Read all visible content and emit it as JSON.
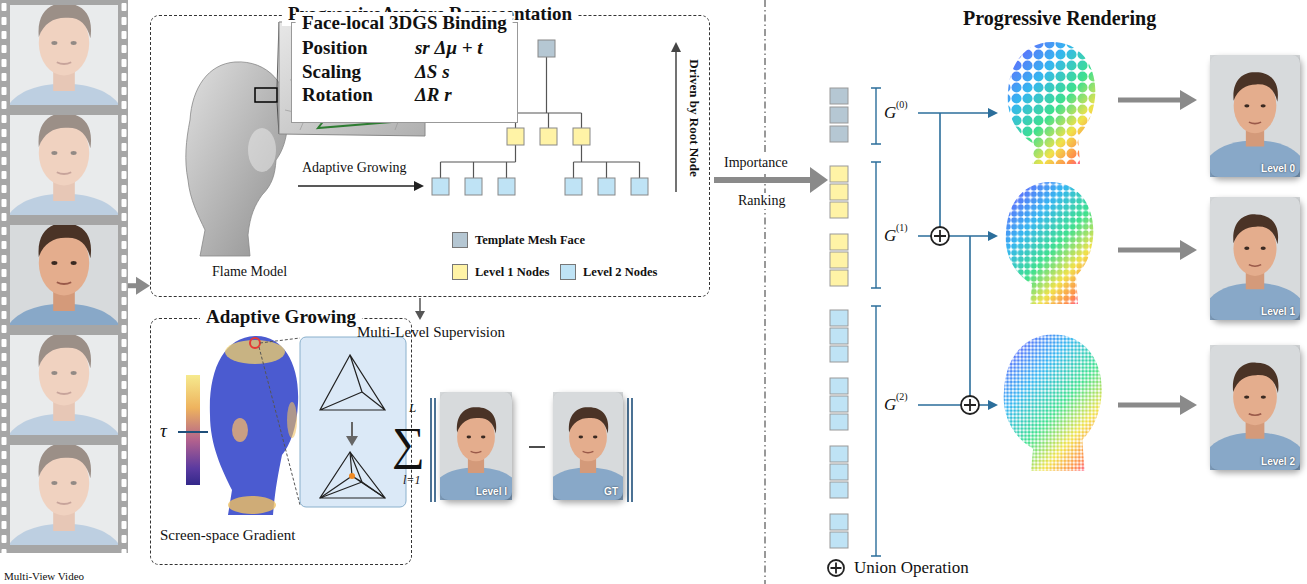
{
  "diagram": {
    "nodes": [
      {
        "text": [
          "Multi-View Video"
        ]
      },
      {
        "text": [
          "ProgressiveAvatars Representation"
        ]
      },
      {
        "text": [
          "Face-local 3DGS Binding",
          "Position",
          "sr Δμ + t",
          "Scaling",
          "ΔS s",
          "Rotation",
          "ΔR r"
        ],
        "in": 1
      },
      {
        "text": [
          "Adaptive Growing"
        ]
      },
      {
        "text": [
          "Level l"
        ]
      },
      {
        "text": [
          "GT"
        ]
      },
      {
        "text": [
          "Level 0"
        ]
      },
      {
        "text": [
          "Level 1"
        ]
      },
      {
        "text": [
          "Level 2"
        ]
      }
    ],
    "edges": [
      {
        "from": 0,
        "to": 1,
        "arrow": "to"
      }
    ],
    "labels": [
      "Flame Model",
      "Adaptive Growing",
      "Driven by Root Node",
      "Multi-Level Supervision",
      "∑",
      "L",
      "l=1",
      "τ",
      "Screen-space Gradient",
      "Progressive Rendering",
      "Importance",
      "Ranking",
      "G",
      "(0)",
      "G",
      "(1)",
      "G",
      "(2)"
    ],
    "legend": [
      {
        "text": "Template Mesh Face",
        "color": "#b5c7d3"
      },
      {
        "text": "Level 1 Nodes",
        "color": "#fff3a6"
      },
      {
        "text": "Level 2 Nodes",
        "color": "#bfe3f5"
      },
      {
        "text": "Union Operation"
      }
    ]
  }
}
